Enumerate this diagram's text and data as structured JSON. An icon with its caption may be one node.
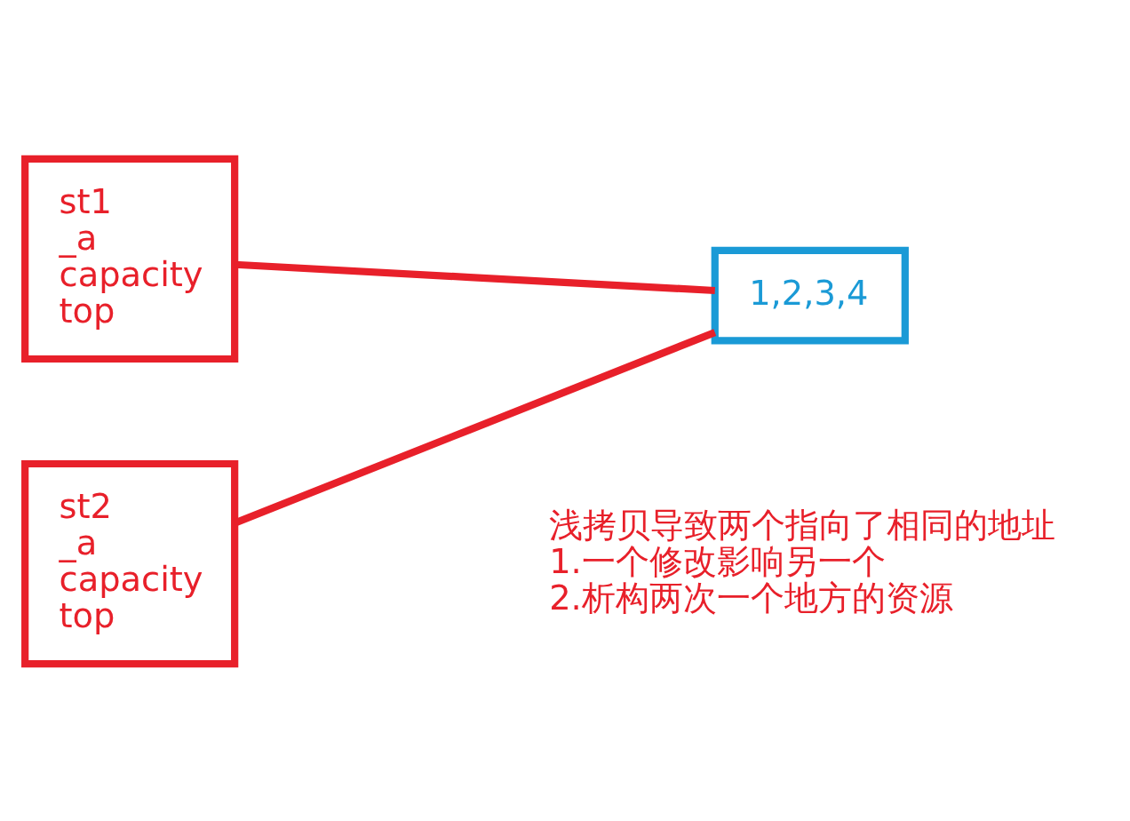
{
  "diagram": {
    "nodes": [
      {
        "text": [
          "st1",
          "_a",
          "capacity",
          "top"
        ]
      },
      {
        "text": [
          "st2",
          "_a",
          "capacity",
          "top"
        ]
      },
      {
        "text": [
          "1,2,3,4"
        ]
      }
    ],
    "edges": [
      {
        "from": 0,
        "to": 2,
        "arrow": "none"
      },
      {
        "from": 1,
        "to": 2,
        "arrow": "none"
      }
    ],
    "labels": [
      "浅拷贝导致两个指向了相同的地址",
      "1.一个修改影响另一个",
      "2.析构两次一个地方的资源"
    ]
  }
}
